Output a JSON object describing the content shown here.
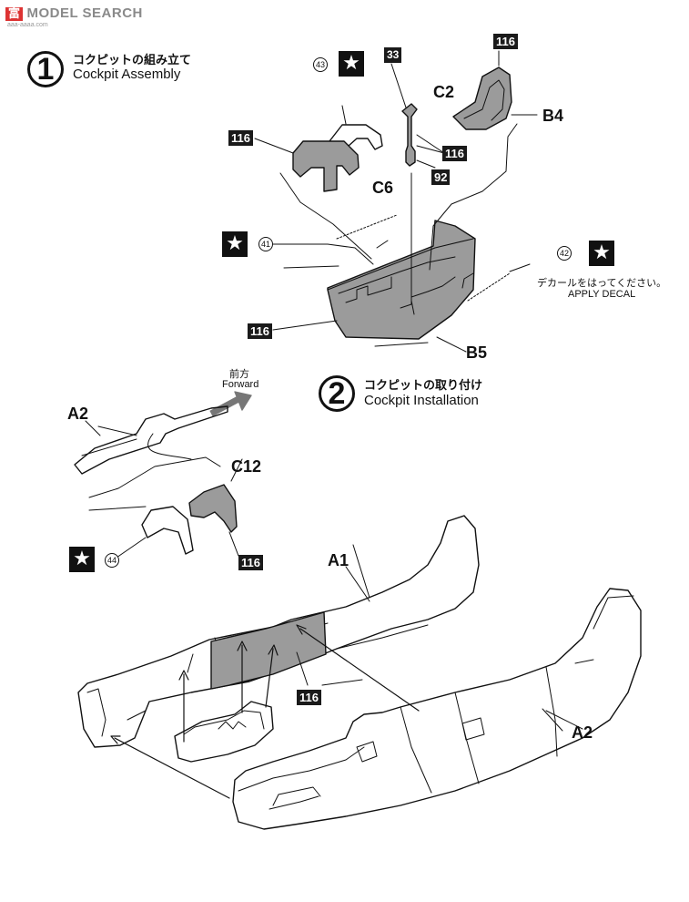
{
  "watermark": {
    "logo": "富",
    "brand": "MODEL SEARCH",
    "sub": "aaa-aaaa.com"
  },
  "step1": {
    "number": "1",
    "title_jp": "コクピットの組み立て",
    "title_en": "Cockpit Assembly",
    "parts": [
      "C2",
      "B4",
      "C6",
      "B5"
    ],
    "paint_codes": [
      "33",
      "116",
      "116",
      "116",
      "92",
      "116"
    ],
    "decals": [
      "43",
      "41",
      "42"
    ],
    "decal_note_jp": "デカールをはってください。",
    "decal_note_en": "APPLY DECAL"
  },
  "step2": {
    "number": "2",
    "title_jp": "コクピットの取り付け",
    "title_en": "Cockpit Installation",
    "forward_jp": "前方",
    "forward_en": "Forward",
    "parts": [
      "A2",
      "C12",
      "A1",
      "A2"
    ],
    "paint_codes": [
      "116",
      "116"
    ],
    "decals": [
      "44"
    ]
  },
  "icons": {
    "star": "★",
    "paint_color": "#1a1a1a",
    "fill_gray": "#9b9b9b"
  }
}
